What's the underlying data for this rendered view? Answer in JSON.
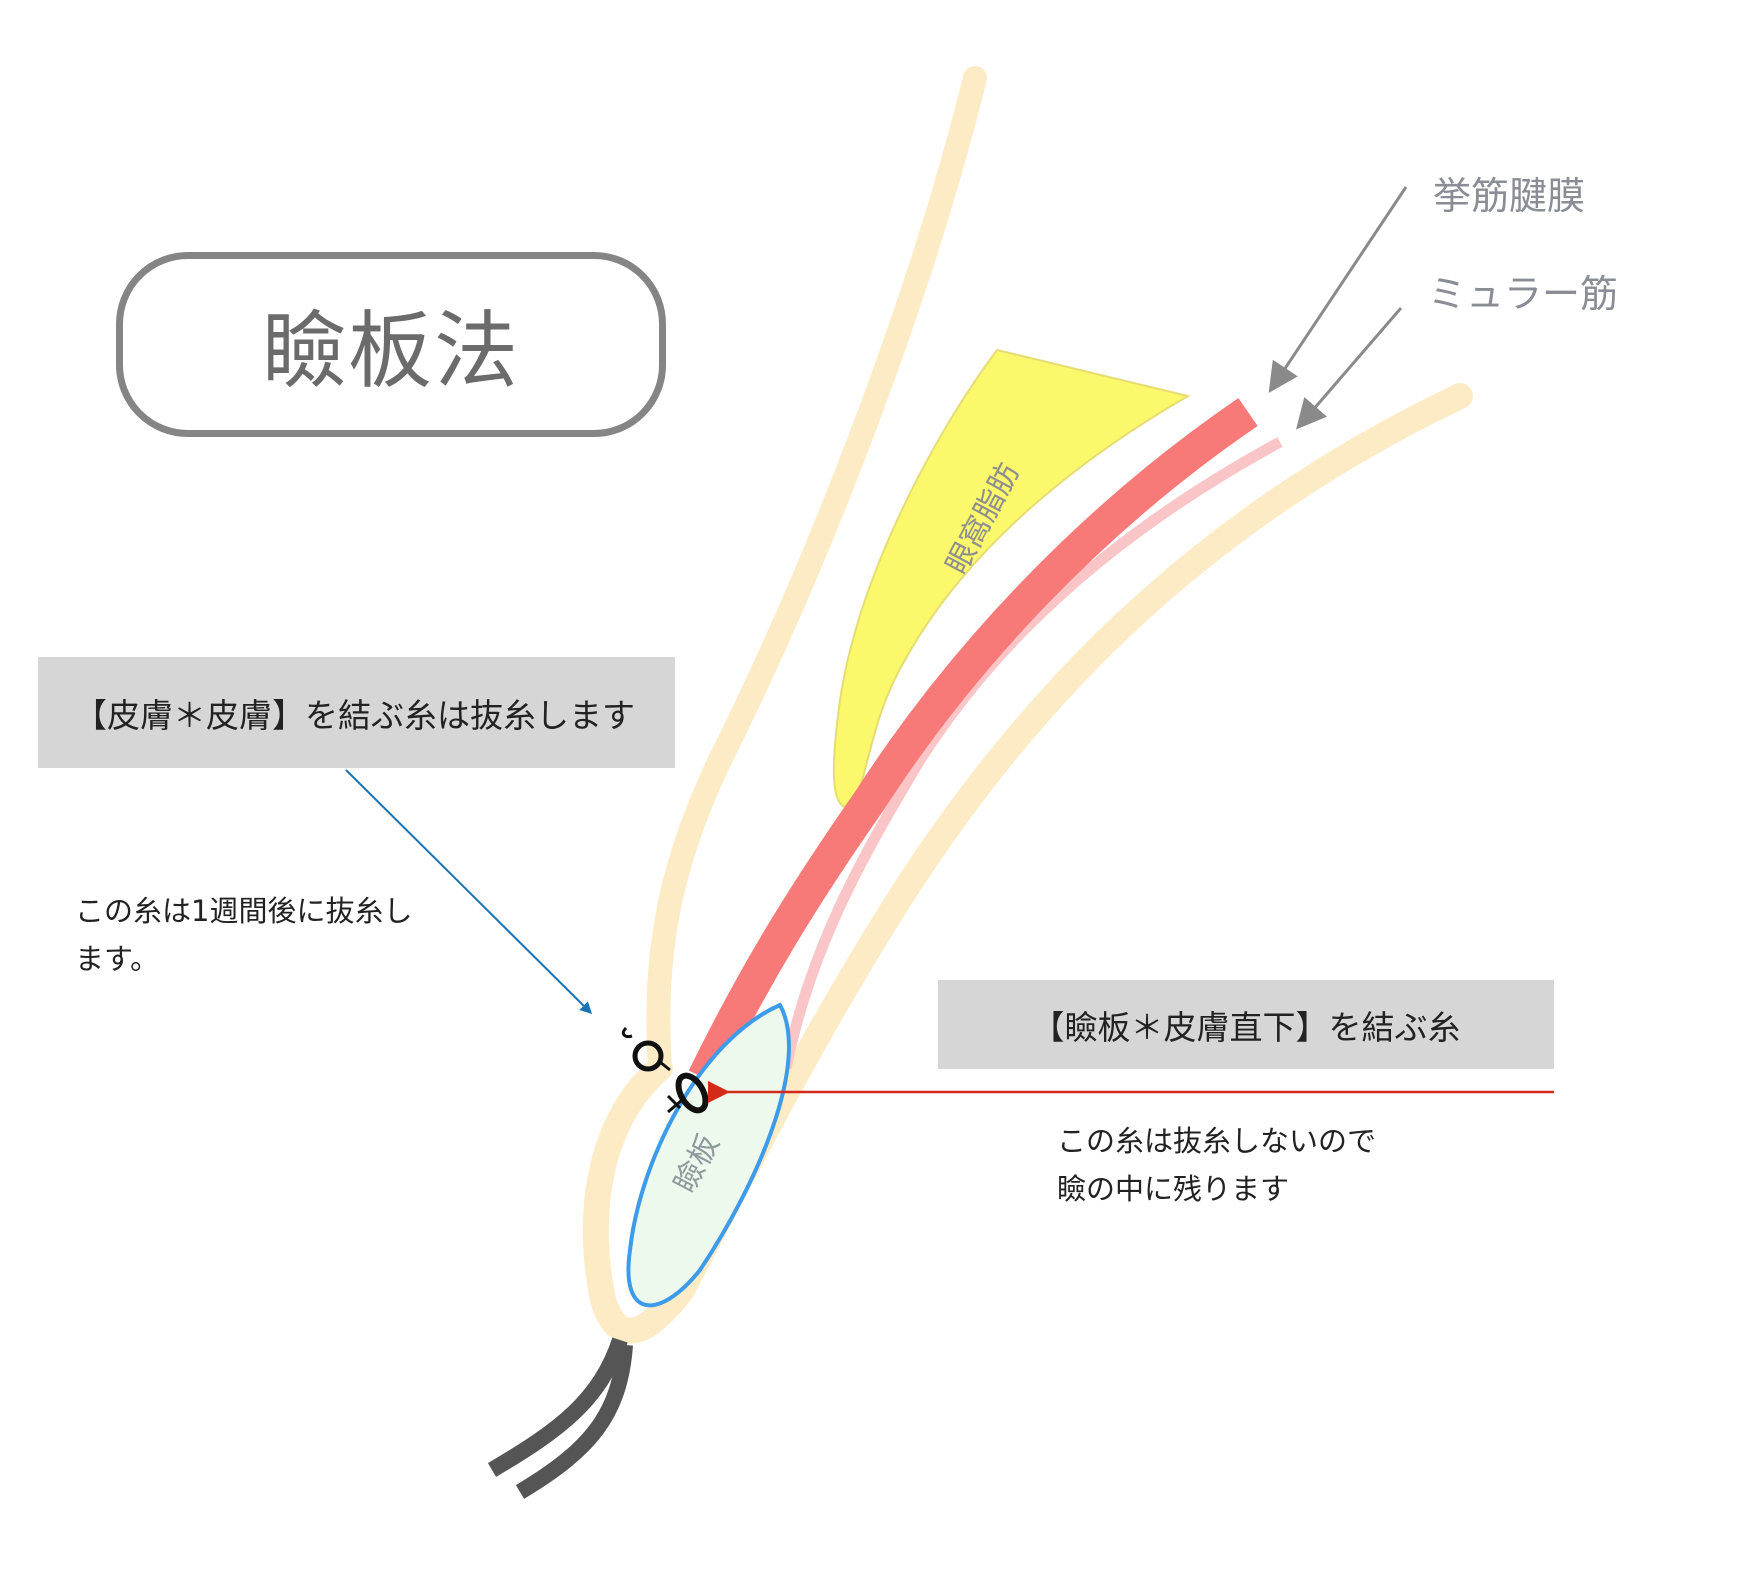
{
  "title": "瞼板法",
  "labels": {
    "levator_aponeurosis": "挙筋腱膜",
    "muller_muscle": "ミュラー筋",
    "orbital_fat": "眼窩脂肪",
    "tarsus": "瞼板"
  },
  "callouts": {
    "skin_suture": {
      "box": "【皮膚＊皮膚】を結ぶ糸は抜糸します",
      "note_line1": "この糸は1週間後に抜糸し",
      "note_line2": "ます。",
      "arrow_color": "#1a74b4"
    },
    "tarsal_suture": {
      "box": "【瞼板＊皮膚直下】を結ぶ糸",
      "note_line1": "この糸は抜糸しないので",
      "note_line2": "瞼の中に残ります",
      "arrow_color": "#d42a1a"
    }
  },
  "colors": {
    "skin": "#fdebc6",
    "orbital_fat": "#fcf86c",
    "levator": "#f77a78",
    "muller": "#fac5c7",
    "tarsus_fill": "#eef9ee",
    "tarsus_outline": "#3d9be9",
    "lashes": "#555555",
    "pointer": "#8a8a8a"
  }
}
